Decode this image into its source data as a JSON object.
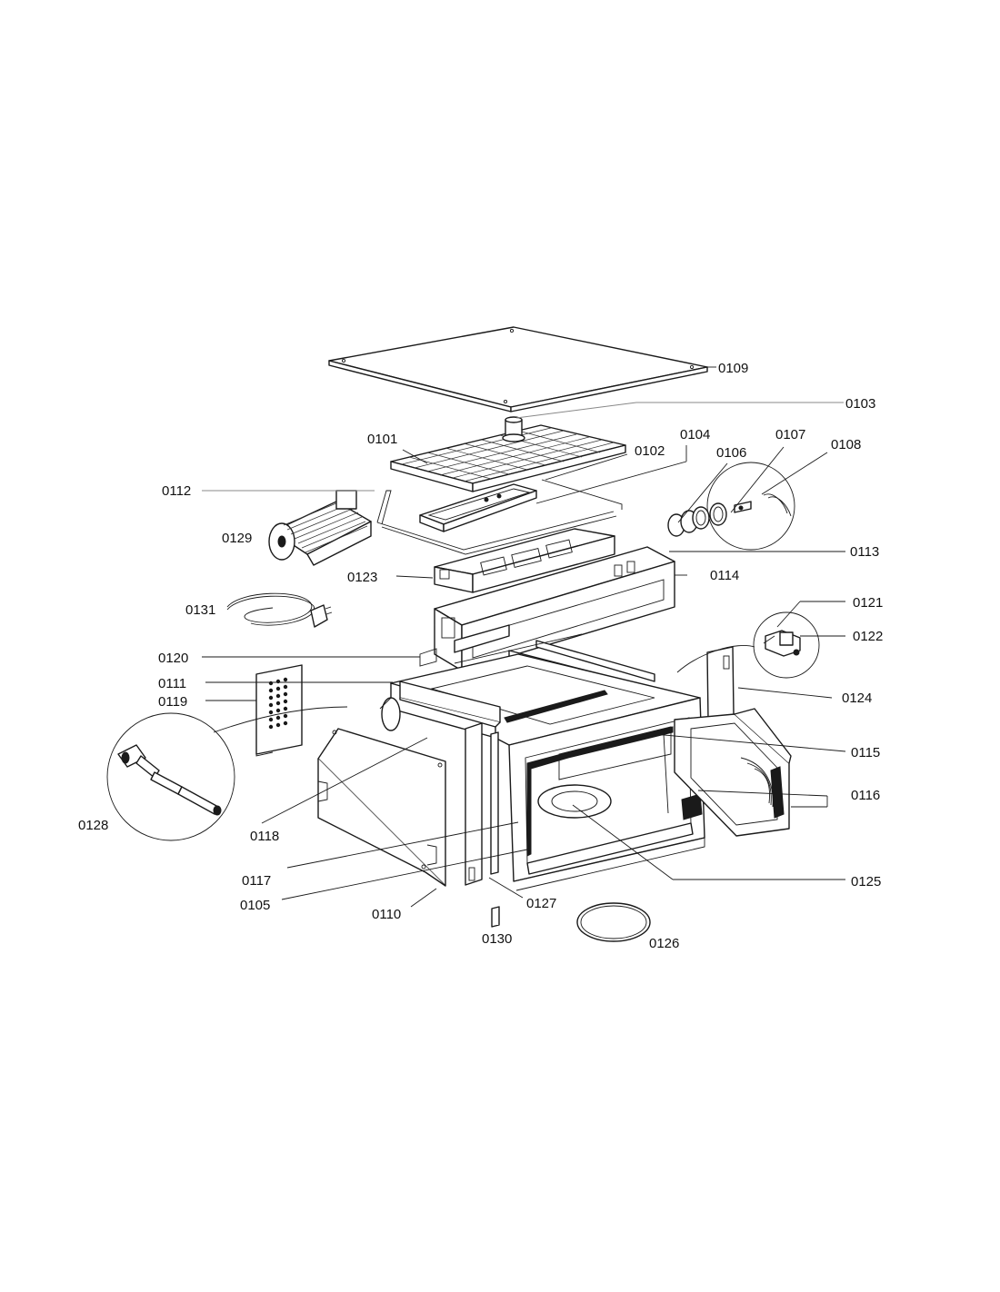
{
  "diagram": {
    "callouts": [
      {
        "id": "0101",
        "label": "0101"
      },
      {
        "id": "0102",
        "label": "0102"
      },
      {
        "id": "0103",
        "label": "0103"
      },
      {
        "id": "0104",
        "label": "0104"
      },
      {
        "id": "0105",
        "label": "0105"
      },
      {
        "id": "0106",
        "label": "0106"
      },
      {
        "id": "0107",
        "label": "0107"
      },
      {
        "id": "0108",
        "label": "0108"
      },
      {
        "id": "0109",
        "label": "0109"
      },
      {
        "id": "0110",
        "label": "0110"
      },
      {
        "id": "0111",
        "label": "0111"
      },
      {
        "id": "0112",
        "label": "0112"
      },
      {
        "id": "0113",
        "label": "0113"
      },
      {
        "id": "0114",
        "label": "0114"
      },
      {
        "id": "0115",
        "label": "0115"
      },
      {
        "id": "0116",
        "label": "0116"
      },
      {
        "id": "0117",
        "label": "0117"
      },
      {
        "id": "0118",
        "label": "0118"
      },
      {
        "id": "0119",
        "label": "0119"
      },
      {
        "id": "0120",
        "label": "0120"
      },
      {
        "id": "0121",
        "label": "0121"
      },
      {
        "id": "0122",
        "label": "0122"
      },
      {
        "id": "0123",
        "label": "0123"
      },
      {
        "id": "0124",
        "label": "0124"
      },
      {
        "id": "0125",
        "label": "0125"
      },
      {
        "id": "0126",
        "label": "0126"
      },
      {
        "id": "0127",
        "label": "0127"
      },
      {
        "id": "0128",
        "label": "0128"
      },
      {
        "id": "0129",
        "label": "0129"
      },
      {
        "id": "0130",
        "label": "0130"
      },
      {
        "id": "0131",
        "label": "0131"
      }
    ]
  }
}
